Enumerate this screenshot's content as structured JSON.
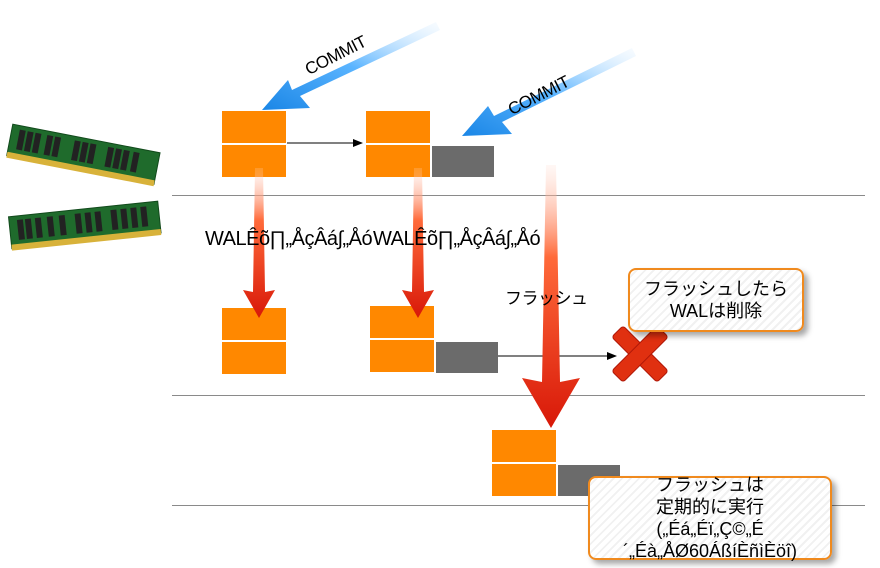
{
  "labels": {
    "wal_write_1": "WALÊõ∏„ÅçÂá∫„Åó",
    "wal_write_2": "WALÊõ∏„ÅçÂá∫„Åó",
    "flush": "フラッシュ",
    "commit_1": "COMMIT",
    "commit_2": "COMMIT"
  },
  "callouts": {
    "delete_wal": [
      "フラッシュしたら",
      "WALは削除"
    ],
    "periodic_flush": [
      "フラッシュは",
      "定期的に実行",
      "(„Éá„Éï„Ç©„É´„Éà„ÅØ60ÁßíÈñìÈöî)"
    ]
  },
  "colors": {
    "block": "#ff8800",
    "wal_block": "#6b6b6b",
    "commit_arrow": "#1e8fe8",
    "flush_arrow": "#e02010",
    "delete_mark": "#e03010",
    "callout_border": "#f08a1e",
    "divider": "#8a8a8a"
  },
  "icons": [
    "memory-module-icon",
    "memory-module-icon",
    "delete-x-icon"
  ]
}
